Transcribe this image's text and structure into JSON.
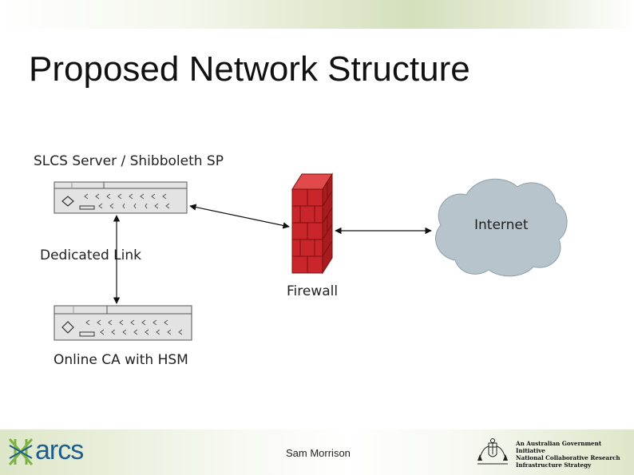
{
  "slide": {
    "title": "Proposed Network Structure",
    "footer_presenter": "Sam Morrison"
  },
  "diagram": {
    "slcs_server_label": "SLCS Server / Shibboleth SP",
    "dedicated_link_label": "Dedicated Link",
    "online_ca_label": "Online CA with HSM",
    "firewall_label": "Firewall",
    "internet_label": "Internet"
  },
  "footer": {
    "arcs_logo_text": "arcs",
    "gov_line1": "An Australian Government Initiative",
    "gov_line2": "National Collaborative Research",
    "gov_line3": "Infrastructure Strategy"
  },
  "colors": {
    "accent_green": "#c9d8a8",
    "firewall_red": "#c8262a",
    "cloud_fill": "#b7c4cc",
    "arcs_blue": "#1f5e8c",
    "arcs_green": "#7cb342"
  },
  "icons": [
    "server-icon",
    "firewall-icon",
    "cloud-icon",
    "arcs-logo-icon",
    "government-crest-icon"
  ]
}
